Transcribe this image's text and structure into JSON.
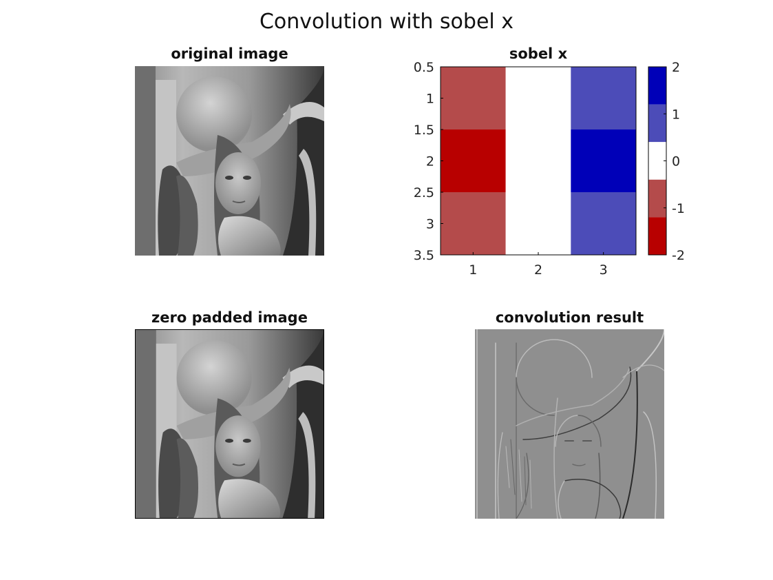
{
  "figure": {
    "title": "Convolution with sobel x"
  },
  "panels": {
    "original": {
      "title": "original image"
    },
    "kernel": {
      "title": "sobel x"
    },
    "padded": {
      "title": "zero padded image"
    },
    "result": {
      "title": "convolution result"
    }
  },
  "chart_data": {
    "type": "heatmap",
    "title": "sobel x",
    "x": [
      1,
      2,
      3
    ],
    "y": [
      1,
      2,
      3
    ],
    "values": [
      [
        -1,
        0,
        1
      ],
      [
        -2,
        0,
        2
      ],
      [
        -1,
        0,
        1
      ]
    ],
    "xlim": [
      0.5,
      3.5
    ],
    "ylim": [
      0.5,
      3.5
    ],
    "y_direction": "reversed",
    "x_ticks": [
      1,
      2,
      3
    ],
    "x_tick_labels": [
      "1",
      "2",
      "3"
    ],
    "y_ticks": [
      0.5,
      1,
      1.5,
      2,
      2.5,
      3,
      3.5
    ],
    "y_tick_labels": [
      "0.5",
      "1",
      "1.5",
      "2",
      "2.5",
      "3",
      "3.5"
    ],
    "xlabel": "",
    "ylabel": "",
    "grid": false,
    "colorbar": {
      "range": [
        -2,
        2
      ],
      "ticks": [
        2,
        1,
        0,
        -1,
        -2
      ],
      "tick_labels": [
        "2",
        "1",
        "0",
        "-1",
        "-2"
      ],
      "levels": [
        {
          "value": -2,
          "color": "#b80000"
        },
        {
          "value": -1,
          "color": "#b44b4b"
        },
        {
          "value": 0,
          "color": "#ffffff"
        },
        {
          "value": 1,
          "color": "#4c4cb8"
        },
        {
          "value": 2,
          "color": "#0000b8"
        }
      ]
    }
  }
}
